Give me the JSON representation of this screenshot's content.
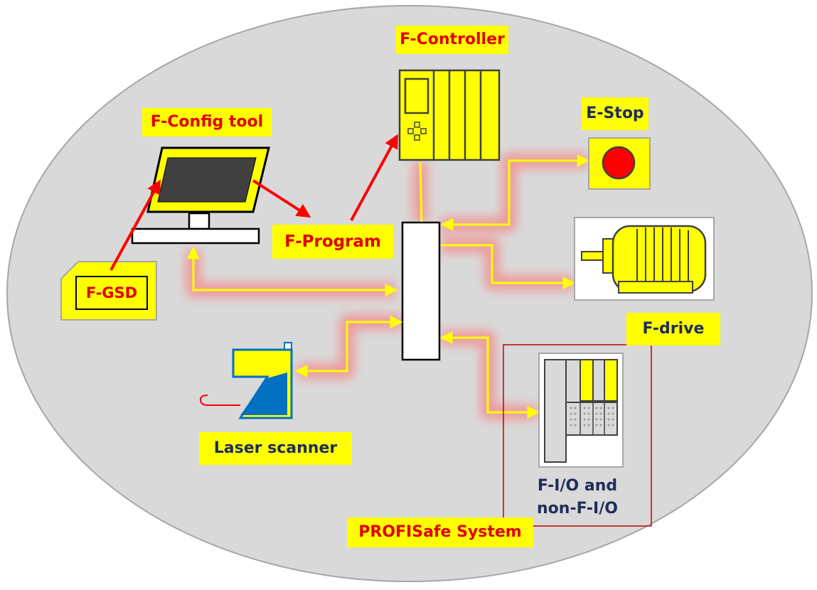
{
  "title": "PROFISafe System",
  "components": {
    "controller": "F-Controller",
    "config_tool": "F-Config tool",
    "program": "F-Program",
    "gsd": "F-GSD",
    "estop": "E-Stop",
    "drive": "F-drive",
    "scanner": "Laser scanner",
    "io_line1": "F-I/O and",
    "io_line2": "non-F-I/O"
  },
  "colors": {
    "accent": "#ffff00",
    "red_text": "#e00000",
    "navy_text": "#1f2d5a",
    "ellipse": "#d9d9d9",
    "arrow_red": "#ff0000",
    "link_yellow": "#ffff00",
    "glow": "#ff6b6b",
    "scanner_blue": "#0070c0"
  }
}
